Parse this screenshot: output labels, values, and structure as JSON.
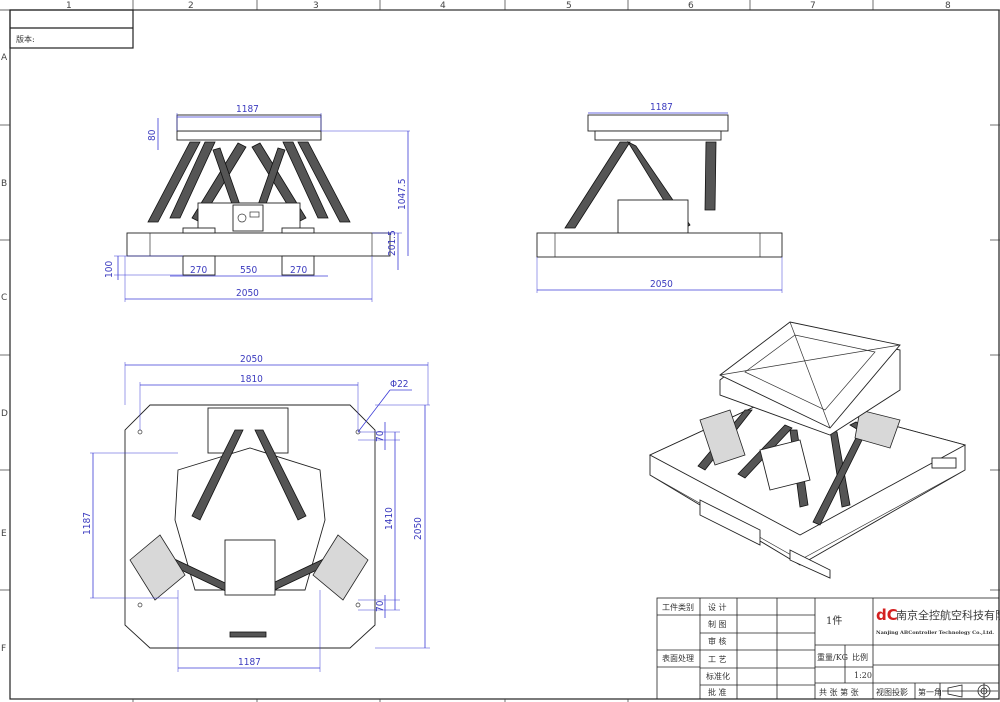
{
  "border": {
    "columns": [
      "1",
      "2",
      "3",
      "4",
      "5",
      "6",
      "7",
      "8"
    ],
    "rows": [
      "A",
      "B",
      "C",
      "D",
      "E",
      "F"
    ]
  },
  "revision_box": {
    "version_label": "版本:"
  },
  "front_view": {
    "dims": {
      "top_width": "1187",
      "plate_thickness": "80",
      "height": "1047.5",
      "base_height": "201.5",
      "foot_height": "100",
      "foot_left": "270",
      "foot_gap": "550",
      "foot_right": "270",
      "base_width": "2050"
    }
  },
  "side_view": {
    "dims": {
      "top_width": "1187",
      "base_width": "2050"
    }
  },
  "top_view": {
    "dims": {
      "overall_width": "2050",
      "hole_spacing_x": "1810",
      "hole_diameter": "Φ22",
      "hole_offset_top": "70",
      "hole_spacing_y": "1410",
      "overall_depth": "2050",
      "hole_offset_bottom": "70",
      "platform_depth": "1187",
      "platform_width": "1187"
    }
  },
  "title_block": {
    "left_labels": [
      "工件类别",
      "表面处理"
    ],
    "role_labels": [
      "设 计",
      "制 图",
      "审 核",
      "工 艺",
      "标准化",
      "批 准"
    ],
    "quantity": "1件",
    "weight_label": "重量/KG",
    "scale_label": "比例",
    "scale_value": "1:20",
    "sheet_label": "共 张 第 张",
    "projection_label": "视图投影",
    "angle_label": "第一角",
    "company_logo": "dC",
    "company_name_cn": "南京全控航空科技有限公司",
    "company_name_en": "Nanjing ABController Technology Co.,Ltd.",
    "projection_symbol": "first-angle-projection-icon"
  },
  "colors": {
    "dimension": "#3b3bd6",
    "line": "#222222",
    "logo": "#d42020"
  }
}
